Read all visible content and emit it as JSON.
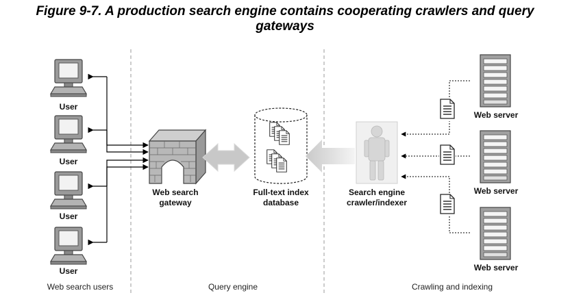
{
  "figure": {
    "title_line1": "Figure 9-7. A production search engine contains cooperating crawlers and query",
    "title_line2": "gateways"
  },
  "users": [
    {
      "label": "User"
    },
    {
      "label": "User"
    },
    {
      "label": "User"
    },
    {
      "label": "User"
    }
  ],
  "gateway": {
    "line1": "Web search",
    "line2": "gateway"
  },
  "database": {
    "line1": "Full-text index",
    "line2": "database"
  },
  "crawler": {
    "line1": "Search engine",
    "line2": "crawler/indexer"
  },
  "servers": [
    {
      "label": "Web server"
    },
    {
      "label": "Web server"
    },
    {
      "label": "Web server"
    }
  ],
  "sections": {
    "users": "Web search users",
    "query": "Query engine",
    "crawling": "Crawling and indexing"
  }
}
